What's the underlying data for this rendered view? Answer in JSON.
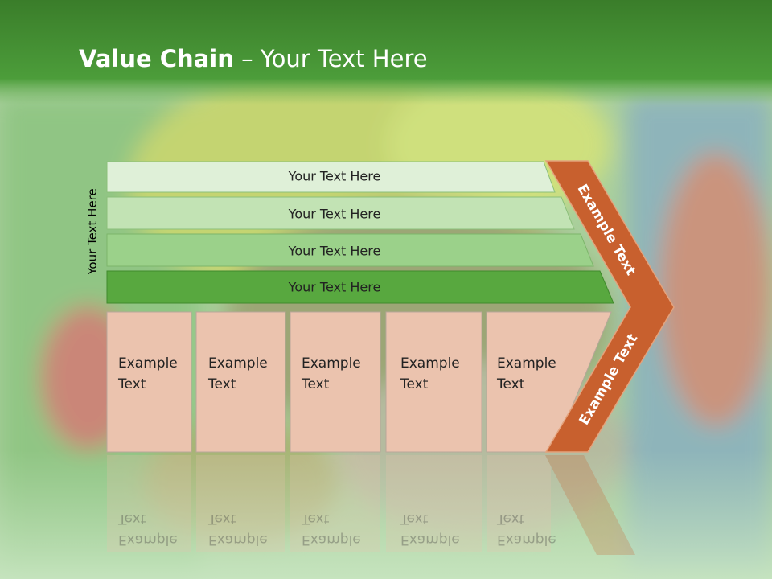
{
  "slide": {
    "title_bold": "Value Chain",
    "title_rest": " – Your Text Here",
    "side_label": "Your Text Here"
  },
  "bars": [
    {
      "label": "Your Text Here",
      "color": "#dff0d8"
    },
    {
      "label": "Your Text Here",
      "color": "#c2e3b4"
    },
    {
      "label": "Your Text Here",
      "color": "#9bd18a"
    },
    {
      "label": "Your Text Here",
      "color": "#58a83f"
    }
  ],
  "boxes": [
    {
      "label": "Example\nText"
    },
    {
      "label": "Example\nText"
    },
    {
      "label": "Example\nText"
    },
    {
      "label": "Example\nText"
    },
    {
      "label": "Example\nText"
    }
  ],
  "chevron": {
    "upper_label": "Example Text",
    "lower_label": "Example Text",
    "color": "#c8602e"
  },
  "colors": {
    "header_green": "#4a9a38",
    "box_fill": "#ebc3ae",
    "box_stroke": "#b9a79a"
  }
}
